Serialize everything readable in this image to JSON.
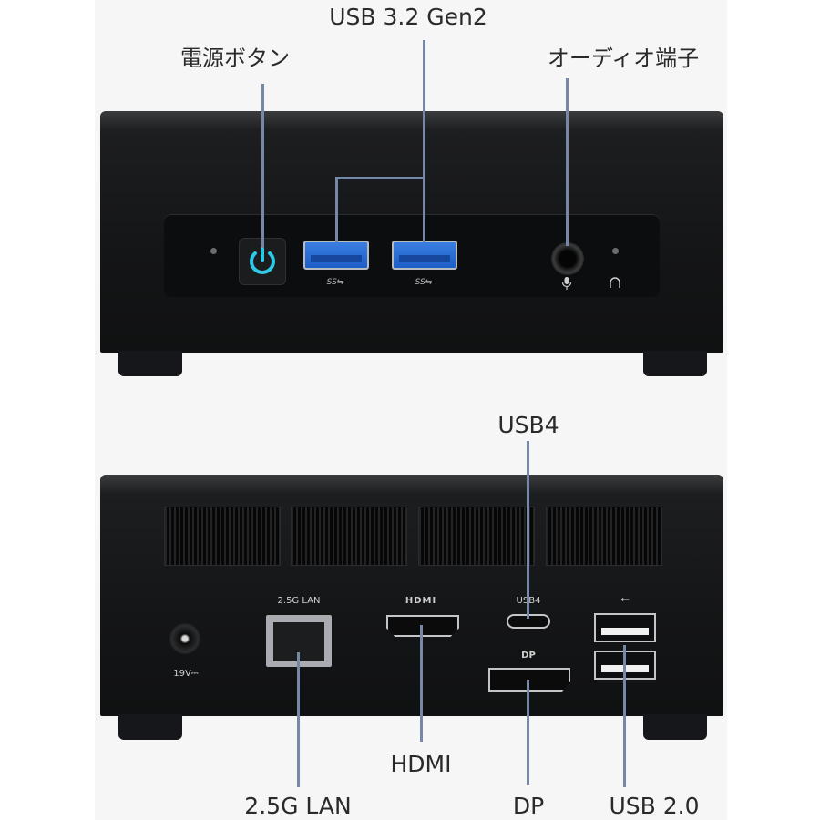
{
  "labels": {
    "usb32": "USB 3.2 Gen2",
    "power": "電源ボタン",
    "audio": "オーディオ端子",
    "usb4": "USB4",
    "hdmi": "HDMI",
    "lan": "2.5G LAN",
    "dp": "DP",
    "usb20": "USB 2.0"
  },
  "port_labels": {
    "lan": "2.5G LAN",
    "hdmi": "HDMI",
    "usb4": "USB4",
    "dp": "DP",
    "voltage": "19V⎓",
    "ss_front1": "SS⇋",
    "ss_front2": "SS⇋",
    "usb_symbol": "⭠"
  },
  "colors": {
    "leader_line": "#7788a6",
    "power_ring": "#2ec7e6",
    "usb3_blue": "#1b5fc7",
    "body": "#141516"
  },
  "icons": {
    "power": "power-icon",
    "mic": "microphone-icon",
    "headphone": "headphone-icon"
  }
}
